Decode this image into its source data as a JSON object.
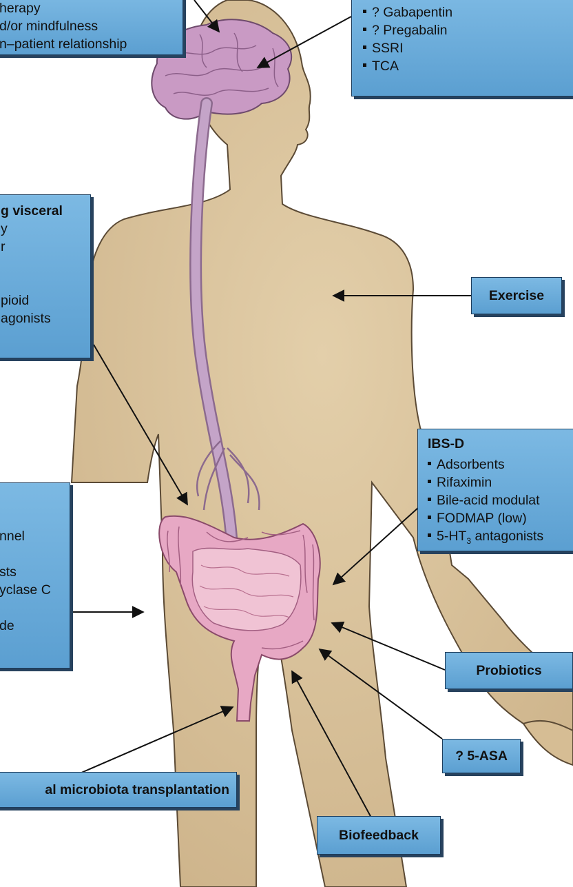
{
  "central_box": {
    "items": [
      "herapy",
      "d/or mindfulness",
      "n–patient relationship"
    ]
  },
  "neuro_box": {
    "items": [
      "? Gabapentin",
      "? Pregabalin",
      "SSRI",
      "TCA"
    ]
  },
  "visceral_box": {
    "lines": [
      "g visceral",
      "y",
      "r",
      "",
      "pioid",
      "agonists"
    ]
  },
  "exercise_box": {
    "label": "Exercise"
  },
  "ibsd_box": {
    "title": "IBS-D",
    "items": [
      "Adsorbents",
      "Rifaximin",
      "Bile-acid modulat",
      "FODMAP (low)"
    ],
    "last_item": {
      "prefix": "5-HT",
      "sub": "3",
      "suffix": " antagonists"
    }
  },
  "ibsc_box": {
    "lines": [
      "",
      "",
      "nnel",
      "",
      "sts",
      "yclase C",
      "",
      "de"
    ]
  },
  "probiotics_box": {
    "label": "Probiotics"
  },
  "asa_box": {
    "label": "? 5-ASA"
  },
  "fmt_box": {
    "label": "al microbiota transplantation"
  },
  "biofeedback_box": {
    "label": "Biofeedback"
  },
  "colors": {
    "skin": "#dcc49c",
    "skin_outline": "#5b4a35",
    "gut": "#e7a8c4",
    "gut_outline": "#8a4a6a",
    "nerve": "#b995bd",
    "brain": "#c99ac4",
    "box_fill": "#62a5d6",
    "box_border": "#1d3d5c"
  }
}
